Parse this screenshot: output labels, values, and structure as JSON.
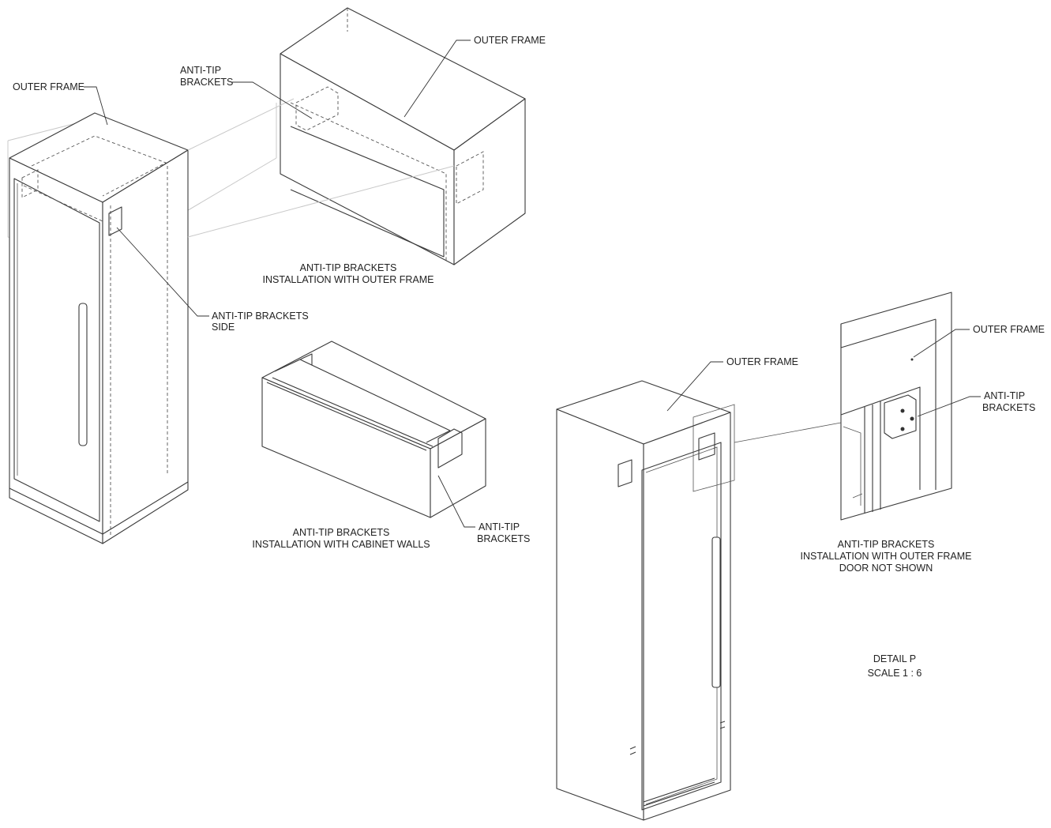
{
  "labels": {
    "fig1_outer_frame": "OUTER FRAME",
    "fig1_brackets_side_l1": "ANTI-TIP BRACKETS",
    "fig1_brackets_side_l2": "SIDE",
    "fig2_brackets_l1": "ANTI-TIP",
    "fig2_brackets_l2": "BRACKETS",
    "fig2_outer_frame": "OUTER FRAME",
    "fig2_caption_l1": "ANTI-TIP BRACKETS",
    "fig2_caption_l2": "INSTALLATION WITH OUTER FRAME",
    "fig3_caption_l1": "ANTI-TIP BRACKETS",
    "fig3_caption_l2": "INSTALLATION WITH CABINET WALLS",
    "fig3_brackets_l1": "ANTI-TIP",
    "fig3_brackets_l2": "BRACKETS",
    "fig4_outer_frame": "OUTER FRAME",
    "fig5_outer_frame": "OUTER FRAME",
    "fig5_brackets_l1": "ANTI-TIP",
    "fig5_brackets_l2": "BRACKETS",
    "fig5_caption_l1": "ANTI-TIP BRACKETS",
    "fig5_caption_l2": "INSTALLATION WITH OUTER FRAME",
    "fig5_caption_l3": "DOOR NOT SHOWN",
    "detail_title": "DETAIL P",
    "detail_scale": "SCALE 1 : 6"
  }
}
